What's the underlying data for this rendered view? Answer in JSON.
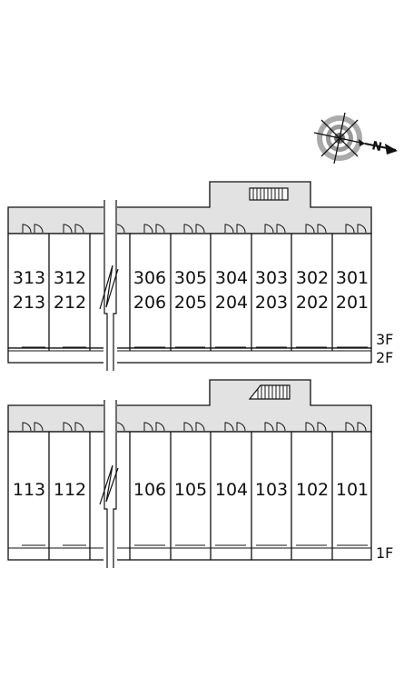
{
  "compass": {
    "letter": "N"
  },
  "upper": {
    "floor_labels": [
      "3F",
      "2F"
    ],
    "units": [
      {
        "top": "313",
        "bottom": "213"
      },
      {
        "top": "312",
        "bottom": "212"
      },
      {
        "top": "306",
        "bottom": "206"
      },
      {
        "top": "305",
        "bottom": "205"
      },
      {
        "top": "304",
        "bottom": "204"
      },
      {
        "top": "303",
        "bottom": "203"
      },
      {
        "top": "302",
        "bottom": "202"
      },
      {
        "top": "301",
        "bottom": "201"
      }
    ]
  },
  "lower": {
    "floor_labels": [
      "1F"
    ],
    "units": [
      "113",
      "112",
      "106",
      "105",
      "104",
      "103",
      "102",
      "101"
    ]
  }
}
